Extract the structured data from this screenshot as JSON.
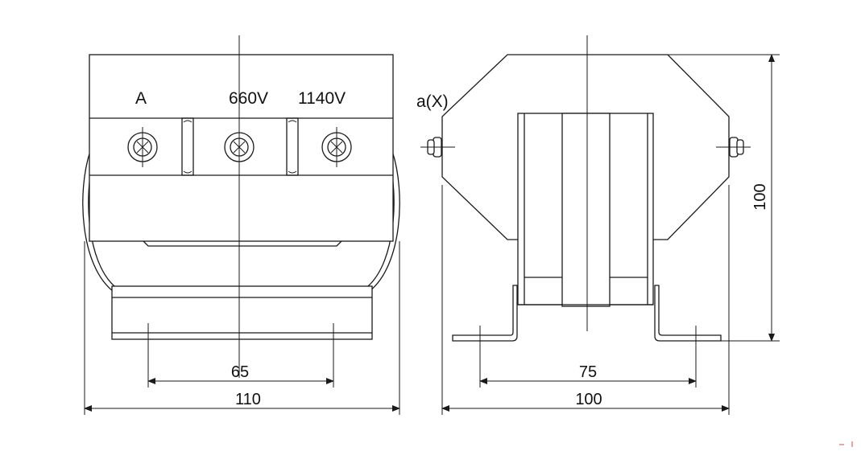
{
  "front_view": {
    "terminal_labels": [
      "A",
      "660V",
      "1140V"
    ],
    "dimensions": {
      "mounting_width": "65",
      "overall_width": "110"
    }
  },
  "side_view": {
    "terminal_label": "a(X)",
    "dimensions": {
      "mounting_width": "75",
      "overall_width": "100",
      "height": "100"
    }
  }
}
